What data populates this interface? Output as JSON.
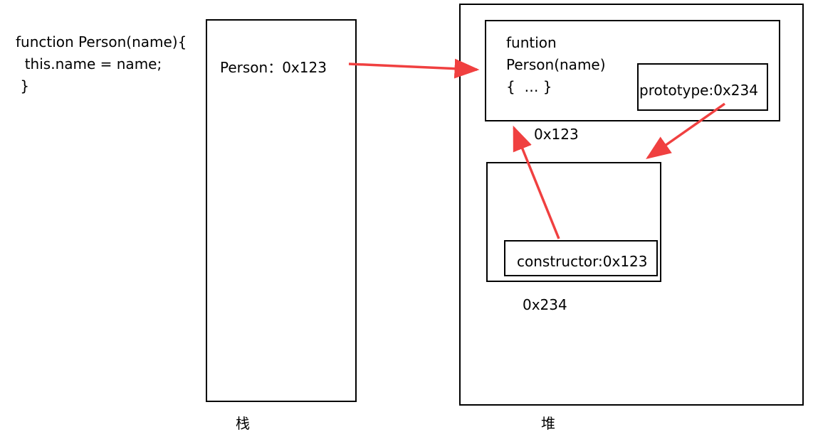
{
  "code": {
    "line1": "function Person(name){",
    "line2": "  this.name = name;",
    "line3": " }"
  },
  "stack": {
    "entry": "Person：0x123",
    "label": "栈"
  },
  "heap": {
    "label": "堆",
    "function_object": {
      "line1": "funtion",
      "line2": "Person(name)",
      "line3": "{  … }",
      "prototype_field": "prototype:0x234",
      "address": "0x123"
    },
    "prototype_object": {
      "constructor_field": "constructor:0x123",
      "address": "0x234"
    }
  },
  "colors": {
    "arrow": "#f04040",
    "border": "#000000"
  }
}
